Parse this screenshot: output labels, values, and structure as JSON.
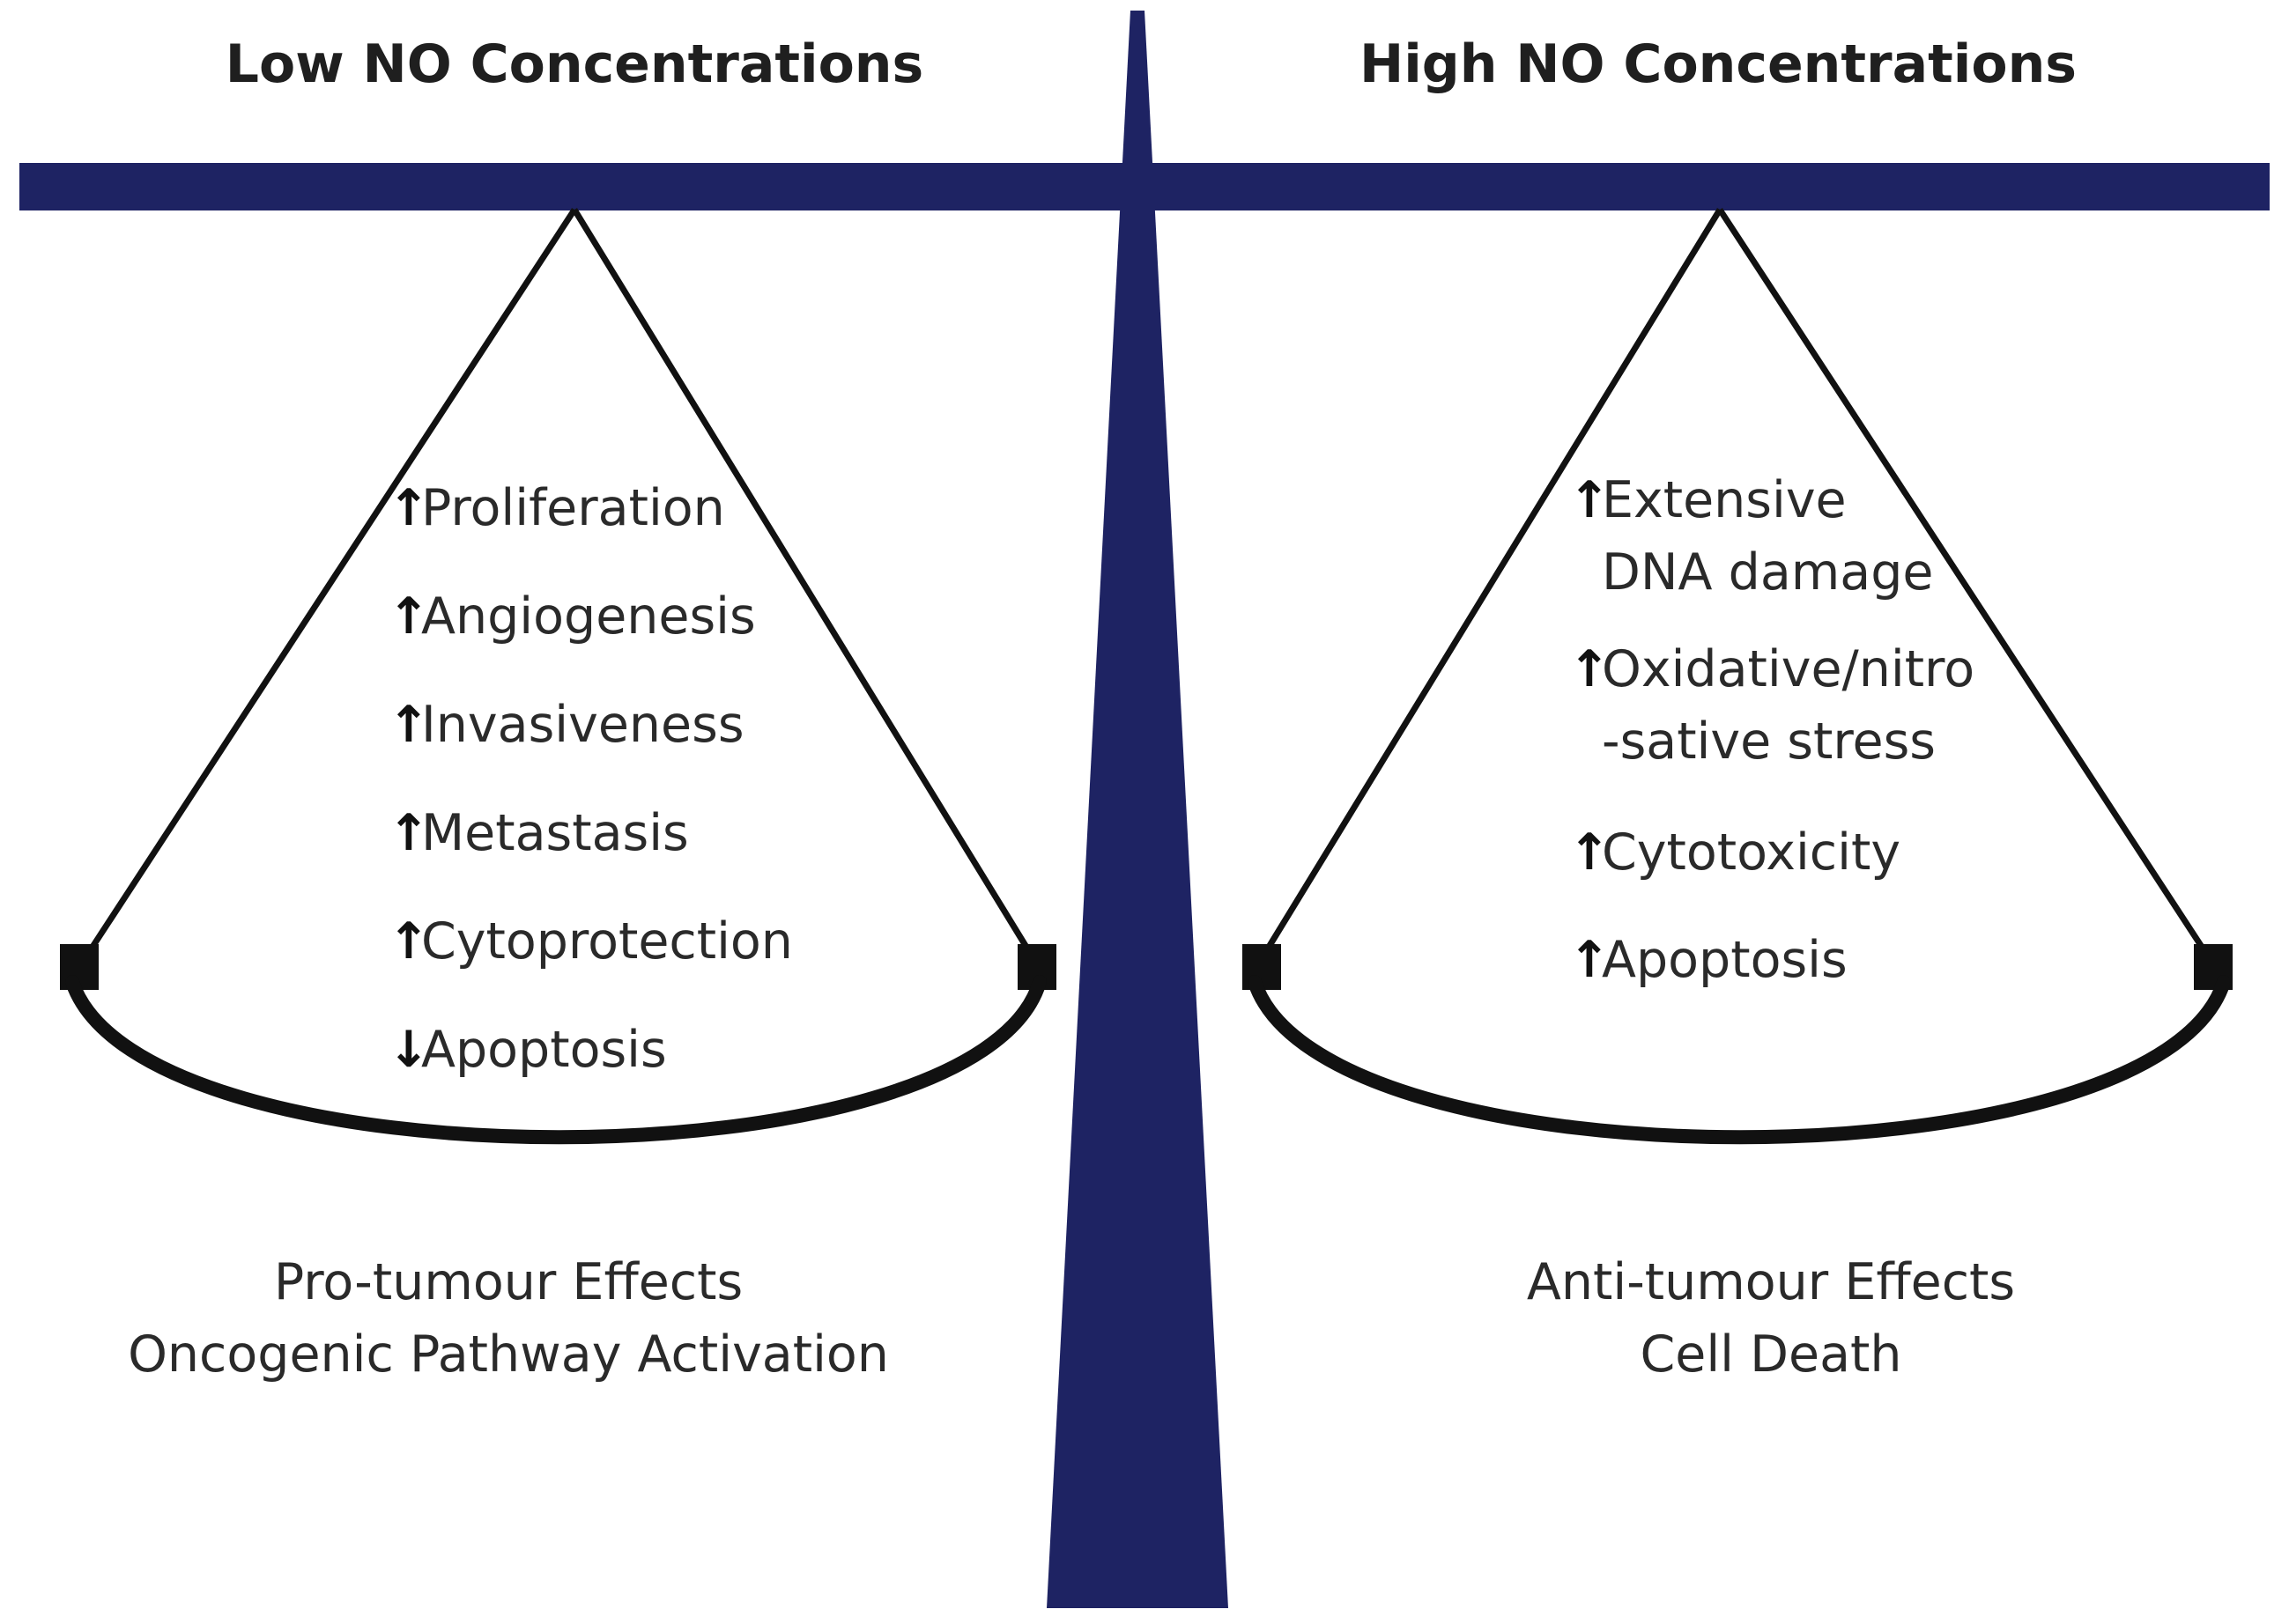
{
  "colors": {
    "beam": "#1e2363",
    "strings": "#111111",
    "text": "#2a2a2a"
  },
  "left_pan": {
    "heading": "Low NO Concentrations",
    "effects": [
      {
        "direction": "up",
        "arrow": "↑",
        "label": "Proliferation"
      },
      {
        "direction": "up",
        "arrow": "↑",
        "label": "Angiogenesis"
      },
      {
        "direction": "up",
        "arrow": "↑",
        "label": "Invasiveness"
      },
      {
        "direction": "up",
        "arrow": "↑",
        "label": "Metastasis"
      },
      {
        "direction": "up",
        "arrow": "↑",
        "label": "Cytoprotection"
      },
      {
        "direction": "down",
        "arrow": "↓",
        "label": "Apoptosis"
      }
    ],
    "caption_line1": "Pro-tumour Effects",
    "caption_line2": "Oncogenic Pathway Activation"
  },
  "right_pan": {
    "heading": "High NO Concentrations",
    "effects": [
      {
        "direction": "up",
        "arrow": "↑",
        "label": "Extensive\nDNA damage"
      },
      {
        "direction": "up",
        "arrow": "↑",
        "label": "Oxidative/nitro\n-sative stress"
      },
      {
        "direction": "up",
        "arrow": "↑",
        "label": "Cytotoxicity"
      },
      {
        "direction": "up",
        "arrow": "↑",
        "label": "Apoptosis"
      }
    ],
    "caption_line1": "Anti-tumour Effects",
    "caption_line2": "Cell Death"
  }
}
